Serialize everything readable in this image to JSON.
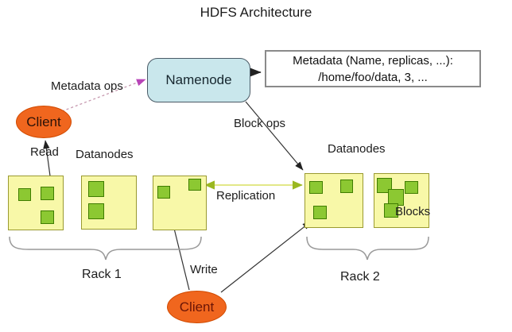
{
  "title": "HDFS Architecture",
  "namenode": {
    "label": "Namenode"
  },
  "metadata_note": {
    "line1": "Metadata (Name, replicas, ...):",
    "line2": "/home/foo/data, 3, ..."
  },
  "clients": {
    "top": "Client",
    "bottom": "Client"
  },
  "labels": {
    "metadata_ops": "Metadata ops",
    "block_ops": "Block ops",
    "read": "Read",
    "write": "Write",
    "replication": "Replication",
    "datanodes_left": "Datanodes",
    "datanodes_right": "Datanodes",
    "blocks": "Blocks"
  },
  "racks": {
    "rack1": {
      "label": "Rack 1",
      "datanodes": [
        {
          "blocks": 3
        },
        {
          "blocks": 2
        },
        {
          "blocks": 2
        }
      ]
    },
    "rack2": {
      "label": "Rack 2",
      "datanodes": [
        {
          "blocks": 3
        },
        {
          "blocks": 4
        }
      ]
    }
  },
  "colors": {
    "namenode_fill": "#c9e7ec",
    "namenode_border": "#4a5a66",
    "datanode_fill": "#f8f8a8",
    "datanode_border": "#9a9a30",
    "block_fill": "#8cc832",
    "block_border": "#3f7d00",
    "client_fill": "#f0661e",
    "client_border": "#d14a00",
    "replication_line": "#d8e060",
    "metadata_ops_dash": "#c79ab0",
    "metadata_ops_arrow": "#b844b8",
    "line": "#333333",
    "brace": "#999999"
  }
}
